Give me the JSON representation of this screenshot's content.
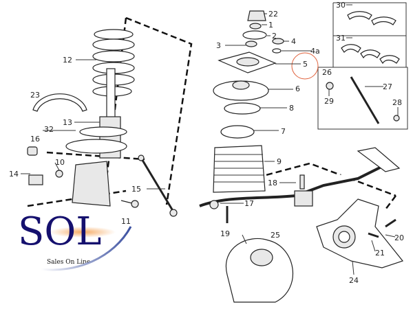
{
  "diagram": {
    "callouts": {
      "c1": "1",
      "c2": "2",
      "c3": "3",
      "c4": "4",
      "c4a": "4a",
      "c5": "5",
      "c6": "6",
      "c7": "7",
      "c8": "8",
      "c9": "9",
      "c10": "10",
      "c11": "11",
      "c12": "12",
      "c13": "13",
      "c14": "14",
      "c15": "15",
      "c16": "16",
      "c17": "17",
      "c18": "18",
      "c19": "19",
      "c20": "20",
      "c21": "21",
      "c22": "22",
      "c23": "23",
      "c24": "24",
      "c25": "25",
      "c26": "26",
      "c27": "27",
      "c28": "28",
      "c29": "29",
      "c30": "30",
      "c31": "31",
      "c32": "32"
    },
    "highlight_color": "#e0603a"
  },
  "logo": {
    "text": "SOL",
    "tagline": "Sales On Line",
    "color": "#15106e"
  }
}
